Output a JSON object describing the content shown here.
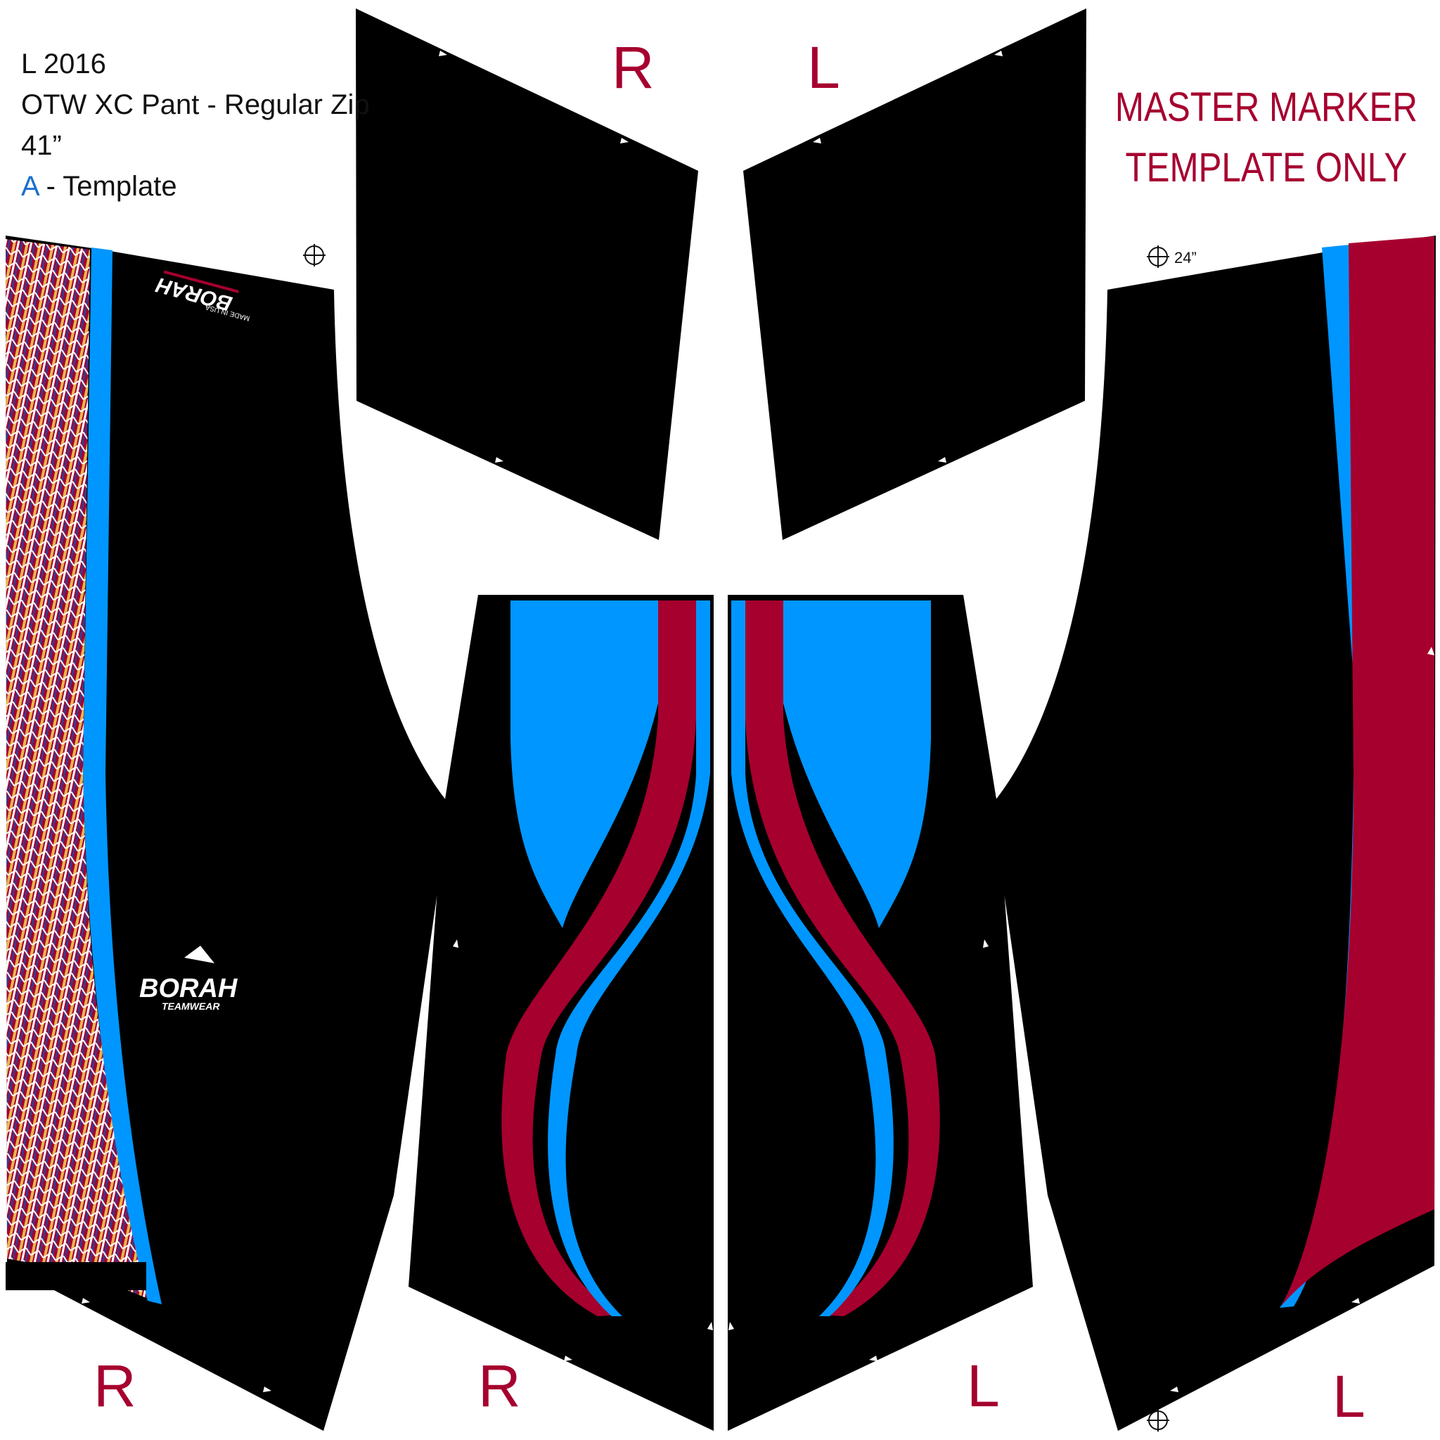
{
  "header": {
    "size_line": "L 2016",
    "product_line": "OTW XC Pant - Regular Zip",
    "length_line": "41”",
    "template_letter": "A",
    "template_suffix": " - Template"
  },
  "notice": {
    "line1": "MASTER MARKER",
    "line2": "TEMPLATE ONLY"
  },
  "side_labels": {
    "top_right": "R",
    "top_left": "L",
    "bottom_outer_right": "R",
    "bottom_inner_right": "R",
    "bottom_inner_left": "L",
    "bottom_outer_left": "L"
  },
  "measure": "24”",
  "logo": {
    "brand": "BORAH",
    "sub": "TEAMWEAR"
  },
  "colors": {
    "panel": "#000000",
    "blue": "#0096ff",
    "red": "#a6002f",
    "label": "#a6002f"
  },
  "icons": [
    "registration-crosshair-icon",
    "notch-marker-icon",
    "borah-mountain-logo-icon"
  ]
}
